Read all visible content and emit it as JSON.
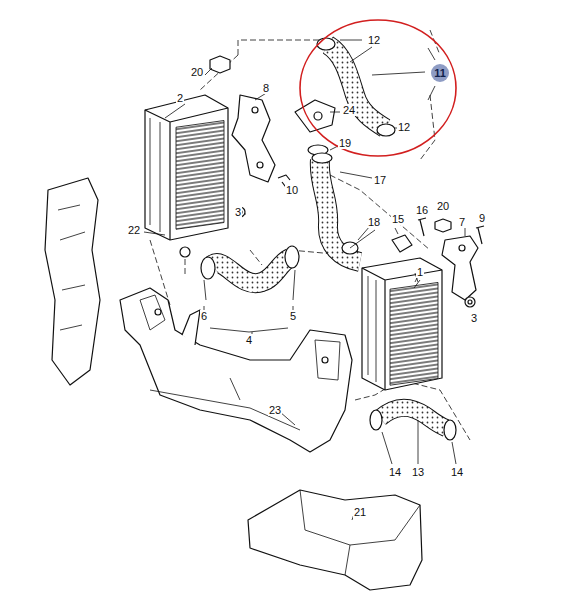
{
  "diagram": {
    "nodes": [
      {
        "text": [
          "11"
        ]
      }
    ],
    "labels": [
      "20",
      "8",
      "2",
      "12",
      "24",
      "12",
      "19",
      "17",
      "22",
      "3",
      "10",
      "18",
      "15",
      "16",
      "20",
      "7",
      "9",
      "6",
      "5",
      "4",
      "1",
      "3",
      "23",
      "14",
      "13",
      "14",
      "21"
    ]
  }
}
